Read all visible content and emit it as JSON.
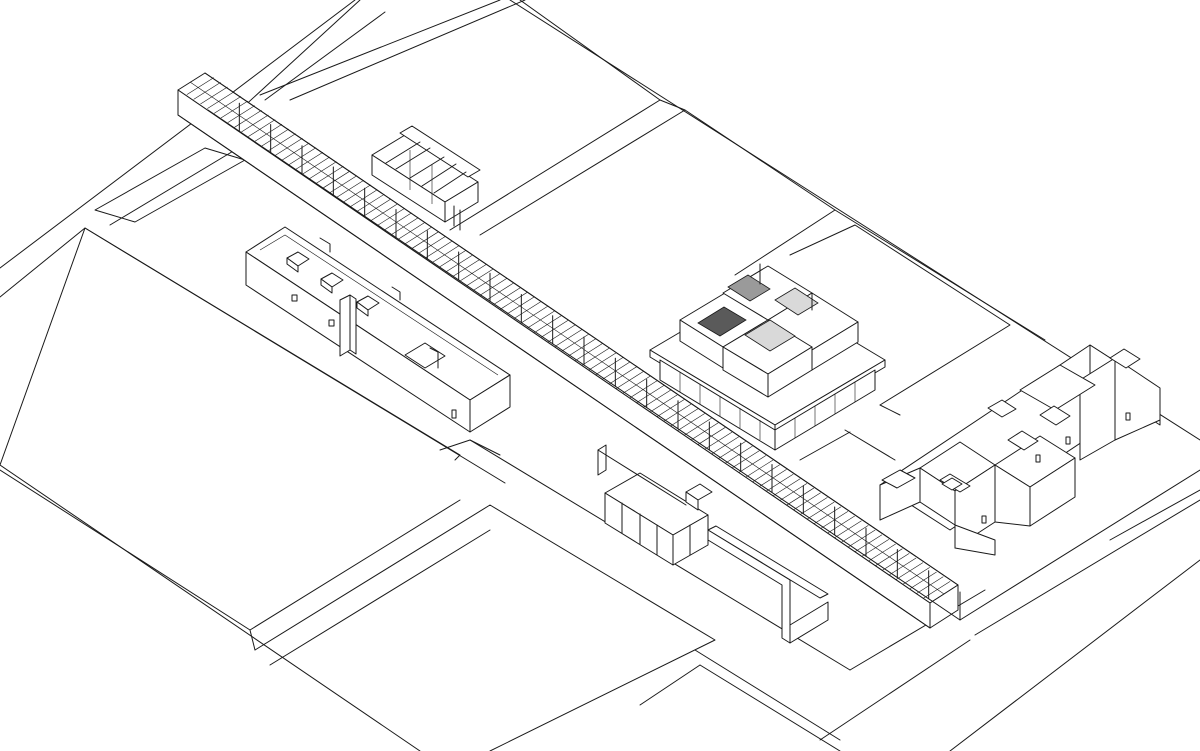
{
  "drawing": {
    "style": "black-and-white isometric line drawing",
    "stroke_color": "#1a1a1a",
    "background_color": "#ffffff",
    "elements": [
      "ground-grid",
      "pergola-walkway",
      "long-pavilion",
      "small-tower-block",
      "central-roof-building",
      "glass-pavilion",
      "low-wall",
      "courtyard-house-complex"
    ]
  }
}
